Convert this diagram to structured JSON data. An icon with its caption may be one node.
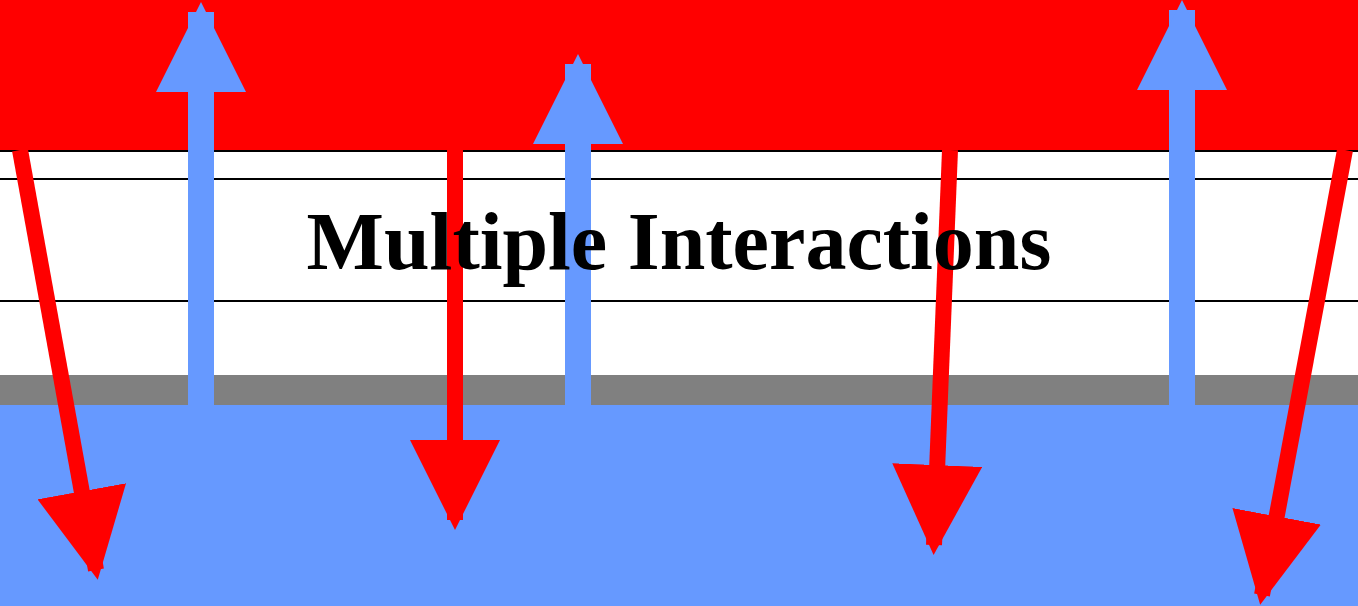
{
  "diagram": {
    "nodes": [
      {
        "text": [],
        "shape": "bar"
      },
      {
        "text": [],
        "shape": "bar"
      }
    ],
    "edges": [
      {
        "from": 0,
        "to": 1,
        "arrow": "to"
      },
      {
        "from": 1,
        "to": 0,
        "arrow": "to",
        "color": "#6699ff"
      },
      {
        "from": 0,
        "to": 1,
        "arrow": "to"
      },
      {
        "from": 1,
        "to": 0,
        "arrow": "to",
        "color": "#6699ff"
      },
      {
        "from": 0,
        "to": 1,
        "arrow": "to"
      },
      {
        "from": 1,
        "to": 0,
        "arrow": "to",
        "color": "#6699ff"
      },
      {
        "from": 0,
        "to": 1,
        "arrow": "to"
      }
    ],
    "labels": [
      "Multiple Interactions"
    ]
  }
}
